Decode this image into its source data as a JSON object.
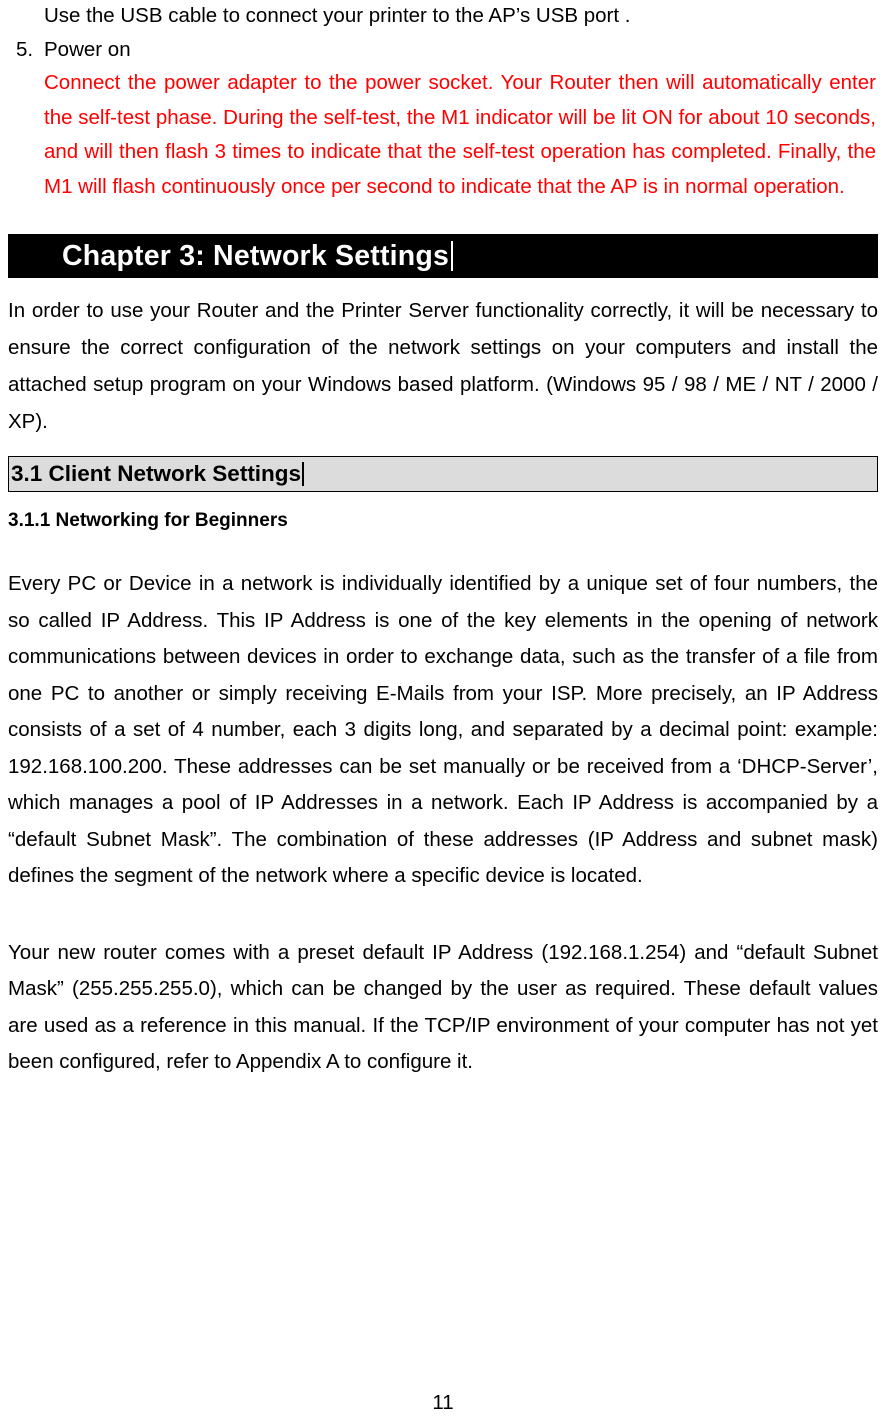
{
  "document": {
    "intro": {
      "usb_line": "Use the USB cable to connect your printer to the AP’s USB port .",
      "step": {
        "number": "5.",
        "label": "Power on"
      },
      "red_paragraph": "Connect the power adapter to the power socket. Your Router then will automatically enter the self-test phase. During the self-test, the M1 indicator will be lit ON for about 10 seconds, and will then flash 3 times to indicate that the self-test operation has completed. Finally, the M1 will flash continuously once per second to indicate that the AP is in normal operation."
    },
    "chapter_heading": "Chapter 3: Network Settings",
    "chapter_intro": "In order to use your Router and the Printer Server functionality correctly, it will be necessary to ensure the correct configuration of the network settings on your computers and install the attached setup program on your Windows based platform. (Windows 95 / 98 / ME / NT / 2000 / XP).",
    "section_heading": "3.1 Client Network Settings",
    "subsection_heading": "3.1.1 Networking for Beginners",
    "paragraph_1": "Every PC or Device in a network is individually identified by a unique set of four numbers, the so called IP Address. This IP Address is one of the key elements in the opening of network communications between devices in order to exchange data, such as the transfer of a file from one PC to another or simply receiving E-Mails from your ISP. More precisely, an IP Address consists of a set of 4 number, each 3 digits long, and separated by a decimal point: example: 192.168.100.200. These addresses can be set manually or be received from a ‘DHCP-Server’, which manages a pool of IP Addresses in a network. Each IP Address is accompanied by a “default Subnet Mask”. The combination of these addresses (IP Address and subnet mask) defines the segment of the network where a specific device is located.",
    "paragraph_2": "Your new router comes with a preset default IP Address (192.168.1.254) and “default Subnet Mask” (255.255.255.0), which can be changed by the user as required. These default values are used as a reference in this manual. If the TCP/IP environment of your computer has not yet been configured, refer to Appendix A to configure it.",
    "page_number": "11",
    "colors": {
      "red_text": "#ff0000",
      "chapter_bar_bg": "#000000",
      "section_bar_bg": "#dcdcdc"
    }
  }
}
